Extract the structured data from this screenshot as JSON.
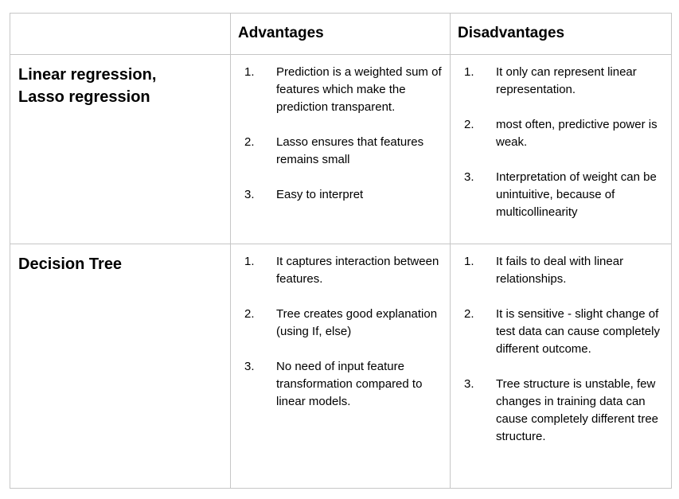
{
  "table": {
    "columns": [
      "",
      "Advantages",
      "Disadvantages"
    ],
    "rows": [
      {
        "label_lines": [
          "Linear regression,",
          "Lasso regression"
        ],
        "advantages": [
          {
            "num": "1.",
            "text": "Prediction is a weighted sum of features which make the prediction transparent."
          },
          {
            "num": "2.",
            "text": "Lasso ensures that features remains small"
          },
          {
            "num": "3.",
            "text": "Easy to interpret"
          }
        ],
        "disadvantages": [
          {
            "num": "1.",
            "text": "It only can represent linear representation."
          },
          {
            "num": "2.",
            "text": "most often, predictive power is weak."
          },
          {
            "num": "3.",
            "text": "Interpretation of weight can be unintuitive, because of multicollinearity"
          }
        ]
      },
      {
        "label_lines": [
          "Decision Tree"
        ],
        "advantages": [
          {
            "num": "1.",
            "text": "It captures interaction between features."
          },
          {
            "num": "2.",
            "text": "Tree creates good explanation (using If, else)"
          },
          {
            "num": "3.",
            "text": "No need of input feature transformation compared to linear models."
          }
        ],
        "disadvantages": [
          {
            "num": "1.",
            "text": "It fails to deal with linear relationships."
          },
          {
            "num": "2.",
            "text": "It is sensitive - slight change of test data can cause completely different outcome."
          },
          {
            "num": "3.",
            "text": "Tree structure is unstable, few changes in training data can cause completely different tree structure."
          }
        ]
      }
    ],
    "colors": {
      "border": "#c6c6c6",
      "text": "#000000",
      "background": "#ffffff"
    }
  }
}
